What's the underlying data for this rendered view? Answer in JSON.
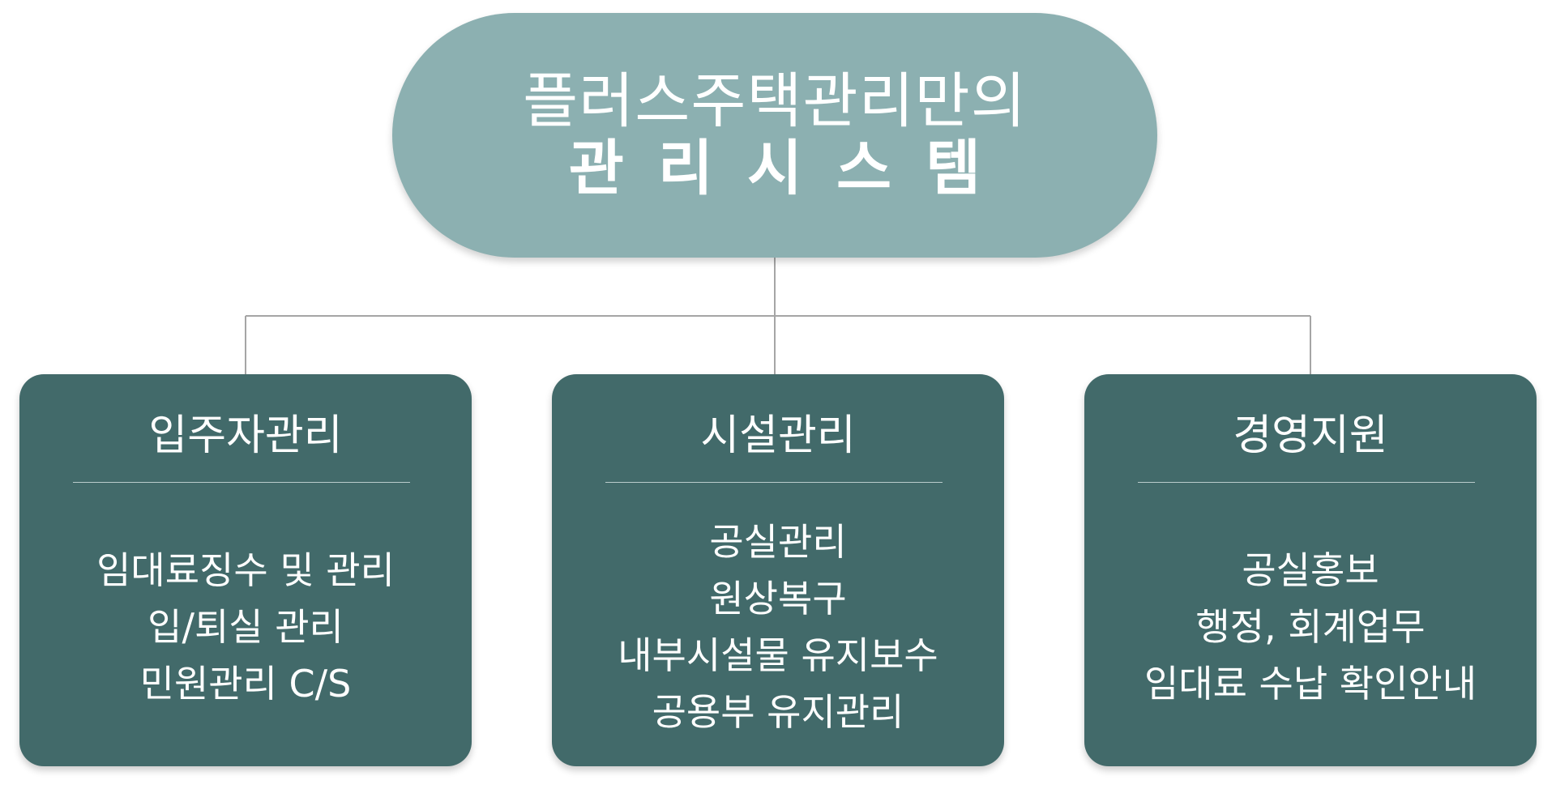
{
  "root": {
    "line1": "플러스주택관리만의",
    "line2": "관리시스템"
  },
  "cards": [
    {
      "title": "입주자관리",
      "items": [
        "임대료징수 및 관리",
        "입/퇴실 관리",
        "민원관리 C/S"
      ]
    },
    {
      "title": "시설관리",
      "items": [
        "공실관리",
        "원상복구",
        "내부시설물 유지보수",
        "공용부 유지관리"
      ]
    },
    {
      "title": "경영지원",
      "items": [
        "공실홍보",
        "행정, 회계업무",
        "임대료 수납 확인안내"
      ]
    }
  ],
  "colors": {
    "root_fill": "#8cb0b1",
    "card_fill": "#426a6a",
    "connector": "#a5a5a5",
    "text": "#ffffff"
  }
}
